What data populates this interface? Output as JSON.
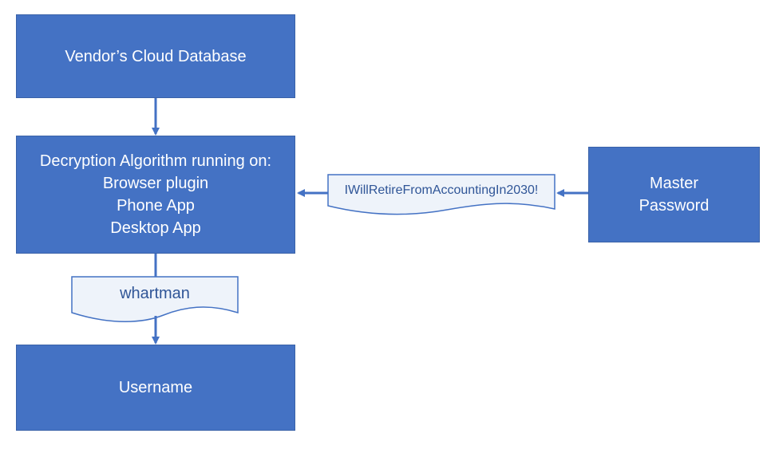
{
  "boxes": {
    "database": {
      "label": "Vendor’s Cloud Database"
    },
    "decrypt": {
      "lines": [
        "Decryption Algorithm running on:",
        "Browser plugin",
        "Phone App",
        "Desktop App"
      ]
    },
    "username": {
      "label": "Username"
    },
    "master": {
      "lines": [
        "Master",
        "Password"
      ]
    }
  },
  "documents": {
    "username_value": "whartman",
    "password_value": "IWillRetireFromAccountingIn2030!"
  },
  "colors": {
    "box_fill": "#4472c4",
    "document_fill": "#eef3fa",
    "document_text": "#2f5597",
    "arrow": "#4472c4"
  }
}
